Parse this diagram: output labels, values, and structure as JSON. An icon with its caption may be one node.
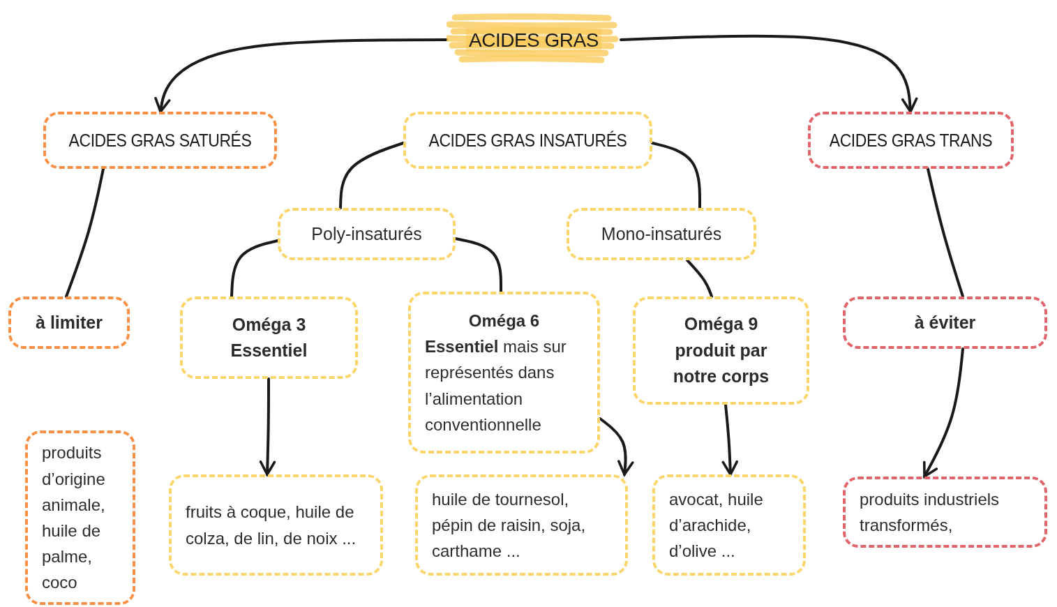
{
  "diagram": {
    "nodes": [
      {
        "text": [
          "ACIDES GRAS"
        ]
      },
      {
        "text": [
          "ACIDES GRAS SATURÉS"
        ]
      },
      {
        "text": [
          "ACIDES GRAS INSATURÉS"
        ]
      },
      {
        "text": [
          "ACIDES GRAS TRANS"
        ]
      },
      {
        "text": [
          "Poly-insaturés"
        ]
      },
      {
        "text": [
          "Mono-insaturés"
        ]
      },
      {
        "text": [
          "à limiter"
        ]
      },
      {
        "text": [
          "Oméga 3 Essentiel"
        ]
      },
      {
        "text": [
          "Oméga 6",
          "**Essentiel** mais sur représentés dans l’alimentation conventionnelle"
        ]
      },
      {
        "text": [
          "Oméga 9 produit par notre corps"
        ]
      },
      {
        "text": [
          "à éviter"
        ]
      },
      {
        "text": [
          "produits d’origine animale, huile de palme, coco"
        ]
      },
      {
        "text": [
          "fruits à coque, huile de colza, de lin, de noix ..."
        ]
      },
      {
        "text": [
          "huile de tournesol, pépin de raisin, soja, carthame ..."
        ]
      },
      {
        "text": [
          "avocat, huile d’arachide, d’olive ..."
        ]
      },
      {
        "text": [
          "produits industriels transformés,"
        ]
      }
    ],
    "edges": [
      {
        "from": 0,
        "to": 1,
        "arrow": "to"
      },
      {
        "from": 0,
        "to": 3,
        "arrow": "to"
      },
      {
        "from": 2,
        "to": 4,
        "arrow": "none"
      },
      {
        "from": 2,
        "to": 5,
        "arrow": "none"
      },
      {
        "from": 1,
        "to": 6,
        "arrow": "none"
      },
      {
        "from": 3,
        "to": 10,
        "arrow": "none"
      },
      {
        "from": 4,
        "to": 7,
        "arrow": "none"
      },
      {
        "from": 4,
        "to": 8,
        "arrow": "none"
      },
      {
        "from": 5,
        "to": 9,
        "arrow": "none"
      },
      {
        "from": 7,
        "to": 12,
        "arrow": "to"
      },
      {
        "from": 8,
        "to": 13,
        "arrow": "to"
      },
      {
        "from": 9,
        "to": 14,
        "arrow": "to"
      },
      {
        "from": 10,
        "to": 15,
        "arrow": "to"
      }
    ]
  }
}
